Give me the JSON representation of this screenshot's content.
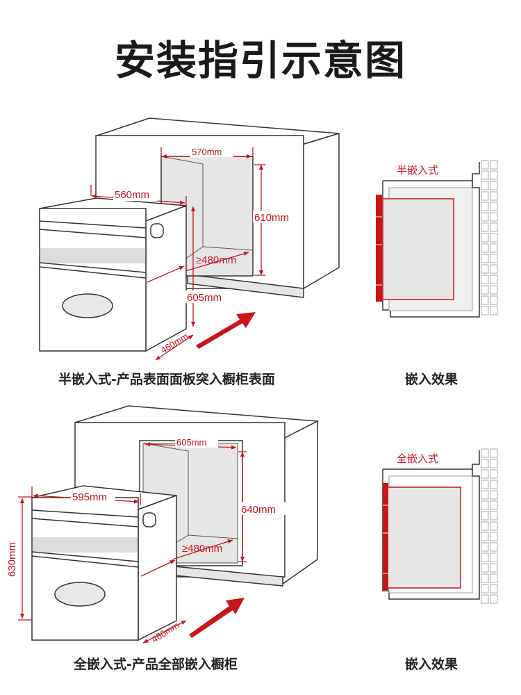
{
  "title": "安装指引示意图",
  "top_section": {
    "caption": "半嵌入式-产品表面面板突入橱柜表面",
    "effect_caption": "嵌入效果",
    "effect_label": "半嵌入式",
    "dims": {
      "cabinet_width": "570mm",
      "cabinet_height": "610mm",
      "cabinet_depth": "≥480mm",
      "oven_width": "560mm",
      "oven_height": "605mm",
      "oven_depth": "460mm"
    }
  },
  "bottom_section": {
    "caption": "全嵌入式-产品全部嵌入橱柜",
    "effect_caption": "嵌入效果",
    "effect_label": "全嵌入式",
    "dims": {
      "cabinet_width": "605mm",
      "cabinet_height": "640mm",
      "cabinet_depth": "≥480mm",
      "oven_width": "595mm",
      "oven_height": "630mm",
      "oven_depth": "460mm"
    }
  },
  "colors": {
    "accent": "#c9141b",
    "line": "#333333",
    "fill": "#e6e6e6"
  }
}
